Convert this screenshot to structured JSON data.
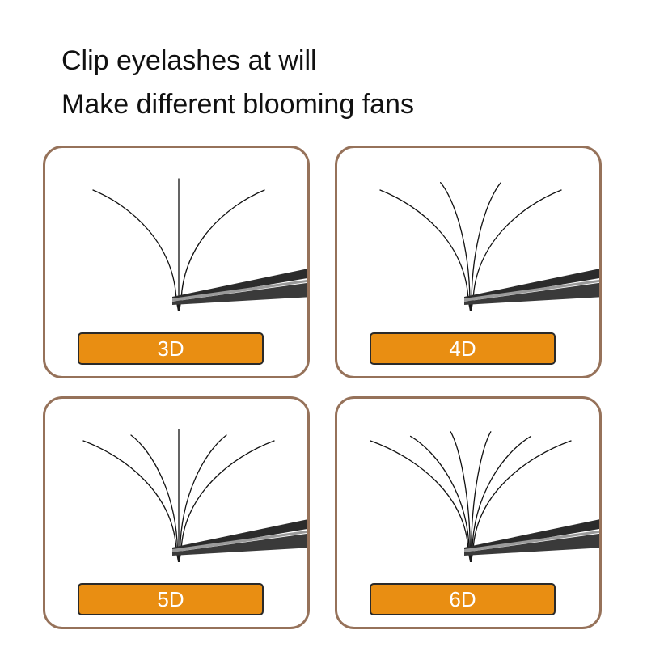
{
  "headline": {
    "line1": "Clip eyelashes at will",
    "line2": "Make different blooming fans"
  },
  "colors": {
    "card_border": "#96725a",
    "label_background": "#e98e12",
    "label_text": "#ffffff",
    "lash": "#111111"
  },
  "fans": [
    {
      "label": "3D",
      "lash_count": 3
    },
    {
      "label": "4D",
      "lash_count": 4
    },
    {
      "label": "5D",
      "lash_count": 5
    },
    {
      "label": "6D",
      "lash_count": 6
    }
  ]
}
